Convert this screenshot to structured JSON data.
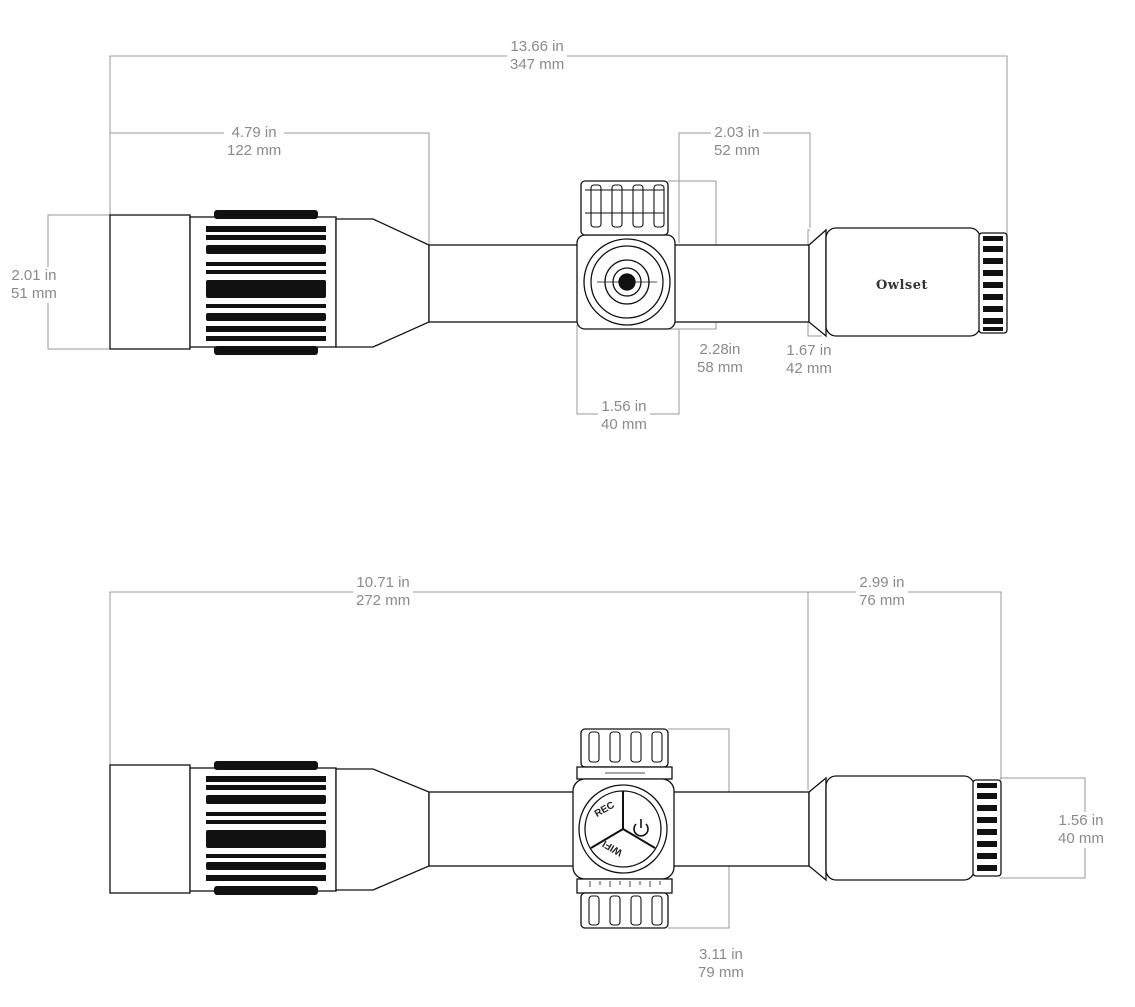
{
  "colors": {
    "line": "#111111",
    "dimension_line": "#9a9a9a",
    "dimension_text": "#8a8a8a",
    "background": "#ffffff"
  },
  "top_view": {
    "overall_length": {
      "in": "13.66 in",
      "mm": "347 mm"
    },
    "eyepiece_length": {
      "in": "4.79 in",
      "mm": "122 mm"
    },
    "objective_length": {
      "in": "2.03 in",
      "mm": "52 mm"
    },
    "eyepiece_diameter": {
      "in": "2.01 in",
      "mm": "51 mm"
    },
    "turret_height": {
      "in": "2.28in",
      "mm": "58 mm"
    },
    "turret_width": {
      "in": "1.56 in",
      "mm": "40 mm"
    },
    "objective_diameter": {
      "in": "1.67 in",
      "mm": "42 mm"
    },
    "brand_label": "Owlset"
  },
  "side_view": {
    "body_length": {
      "in": "10.71 in",
      "mm": "272 mm"
    },
    "objective_length": {
      "in": "2.99 in",
      "mm": "76 mm"
    },
    "objective_diameter": {
      "in": "1.56 in",
      "mm": "40 mm"
    },
    "turret_height": {
      "in": "3.11 in",
      "mm": "79 mm"
    },
    "buttons": {
      "rec": "REC",
      "wifi": "WIFI",
      "power_icon": "power-icon"
    }
  }
}
